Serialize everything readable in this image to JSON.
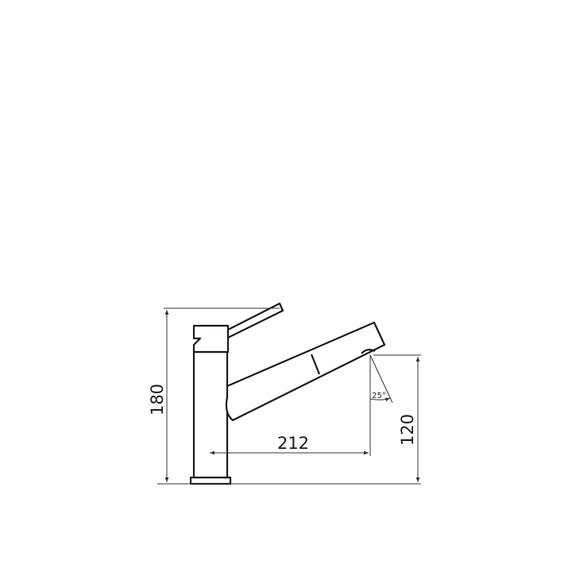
{
  "dimensions": {
    "total_height": "180",
    "spout_reach": "212",
    "spout_height": "120",
    "swivel_angle": "25°"
  },
  "colors": {
    "line": "#1a1a1a",
    "dimension_line": "#333333",
    "background": "#ffffff"
  }
}
